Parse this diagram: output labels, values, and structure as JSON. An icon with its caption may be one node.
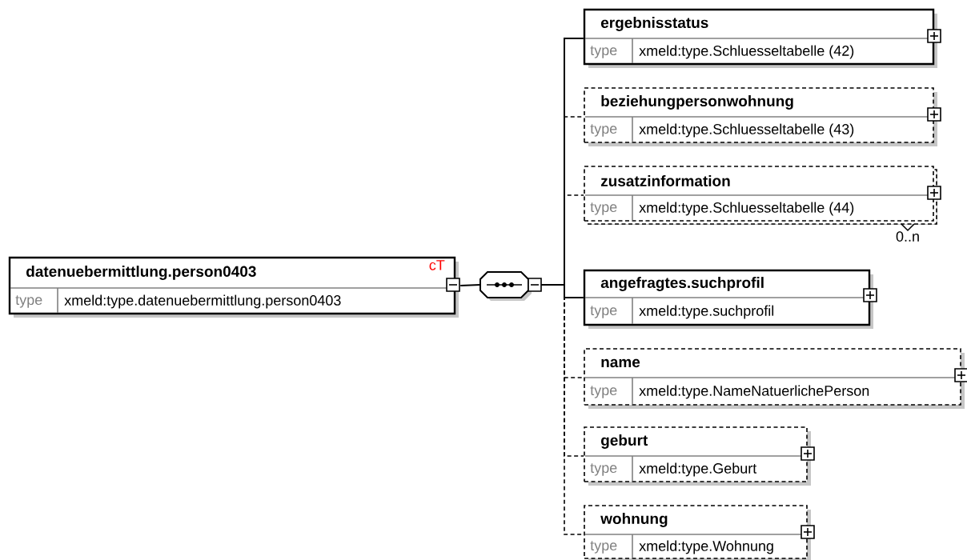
{
  "diagram": {
    "nodes": [
      {
        "text": [
          "datenuebermittlung.person0403",
          "cT",
          "type",
          "xmeld:type.datenuebermittlung.person0403"
        ]
      },
      {
        "text": [],
        "shape": "octagon"
      },
      {
        "text": [
          "ergebnisstatus",
          "type",
          "xmeld:type.Schluesseltabelle (42)"
        ]
      },
      {
        "text": [
          "beziehungpersonwohnung",
          "type",
          "xmeld:type.Schluesseltabelle (43)"
        ]
      },
      {
        "text": [
          "zusatzinformation",
          "type",
          "xmeld:type.Schluesseltabelle (44)"
        ],
        "beside": [
          "0..n"
        ]
      },
      {
        "text": [
          "angefragtes.suchprofil",
          "type",
          "xmeld:type.suchprofil"
        ]
      },
      {
        "text": [
          "name",
          "type",
          "xmeld:type.NameNatuerlichePerson"
        ]
      },
      {
        "text": [
          "geburt",
          "type",
          "xmeld:type.Geburt"
        ]
      },
      {
        "text": [
          "wohnung",
          "type",
          "xmeld:type.Wohnung"
        ]
      }
    ],
    "edges": [
      {
        "from": 0,
        "to": 1,
        "arrow": "none"
      },
      {
        "from": 1,
        "to": 2,
        "arrow": "none"
      },
      {
        "from": 1,
        "to": 3,
        "arrow": "none",
        "style": "dashed"
      },
      {
        "from": 1,
        "to": 4,
        "arrow": "none",
        "style": "dashed"
      },
      {
        "from": 1,
        "to": 5,
        "arrow": "none"
      },
      {
        "from": 1,
        "to": 6,
        "arrow": "none",
        "style": "dashed"
      },
      {
        "from": 1,
        "to": 7,
        "arrow": "none",
        "style": "dashed"
      },
      {
        "from": 1,
        "to": 8,
        "arrow": "none",
        "style": "dashed"
      }
    ]
  }
}
